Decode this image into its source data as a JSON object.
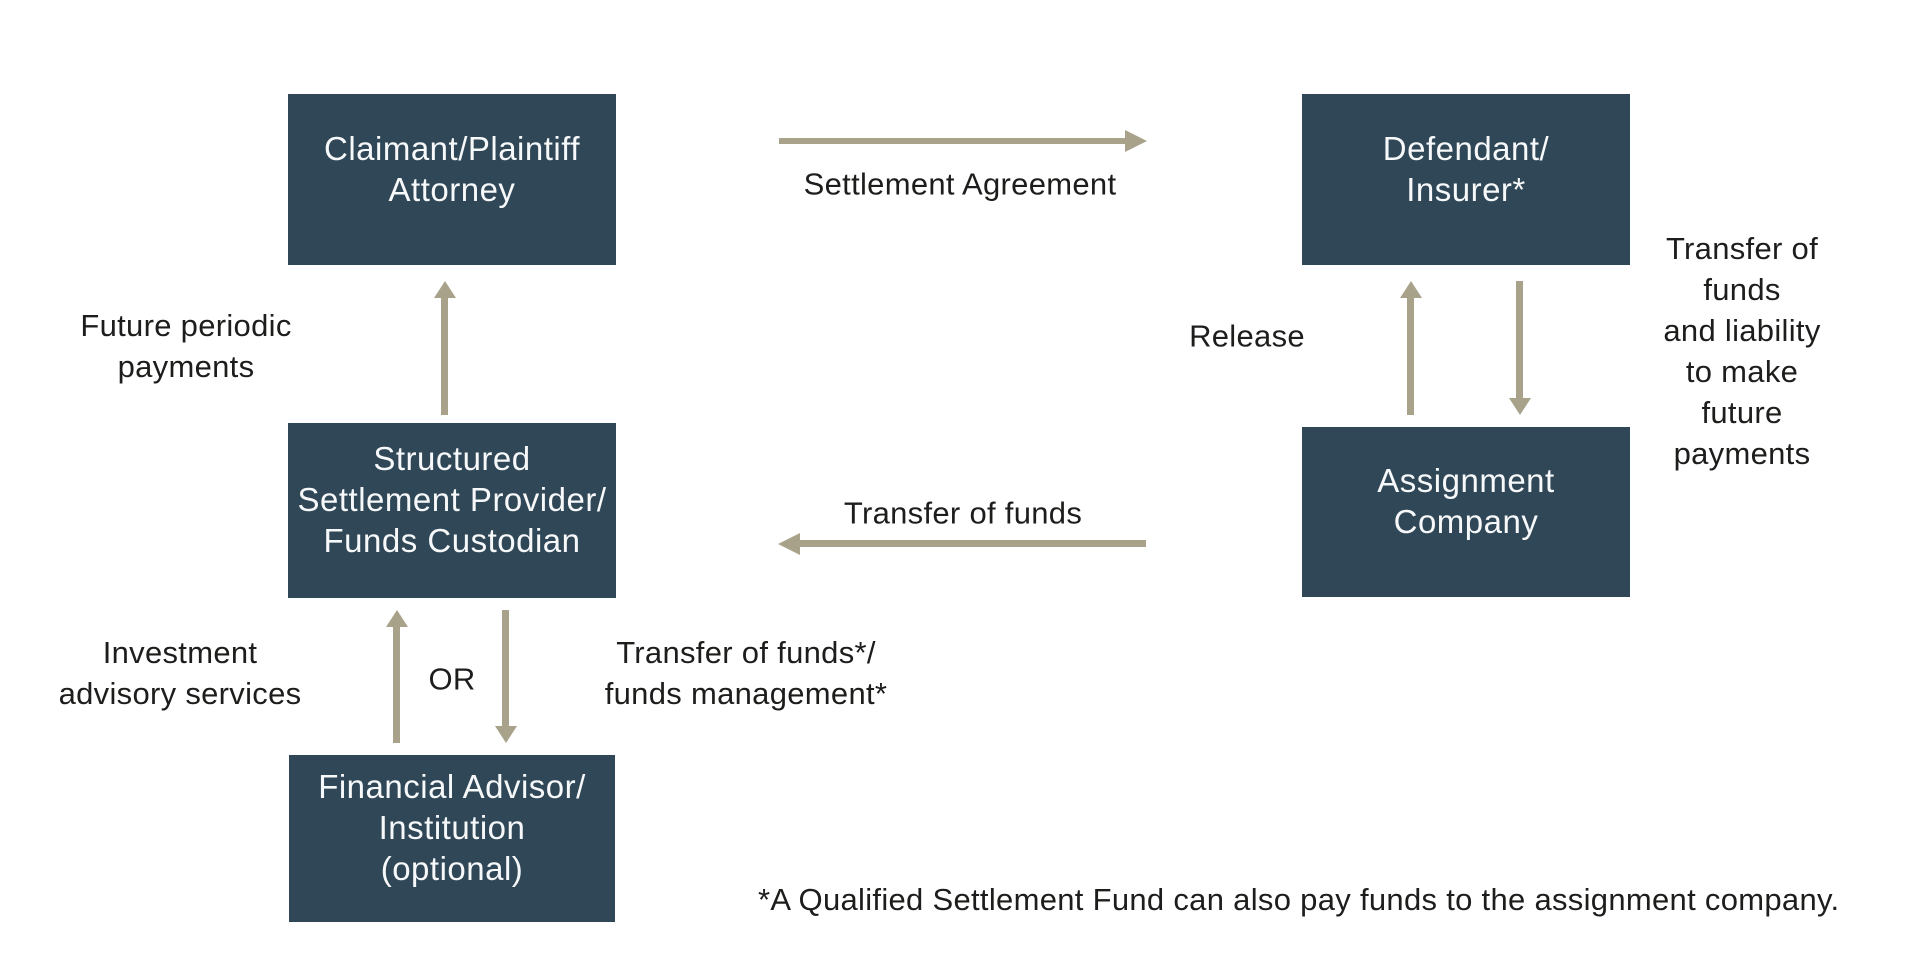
{
  "colors": {
    "box": "#2f4757",
    "arrow": "#a9a28b",
    "text": "#1d1d1b",
    "box_text": "#f6f8f9",
    "background": "#ffffff"
  },
  "boxes": {
    "claimant": {
      "label": "Claimant/Plaintiff\nAttorney"
    },
    "defendant": {
      "label": "Defendant/\nInsurer*"
    },
    "structured": {
      "label": "Structured\nSettlement Provider/\nFunds Custodian"
    },
    "assignment": {
      "label": "Assignment\nCompany"
    },
    "financial": {
      "label": "Financial Advisor/\nInstitution\n(optional)"
    }
  },
  "labels": {
    "settlement_agreement": "Settlement Agreement",
    "future_periodic_payments": "Future periodic\npayments",
    "release": "Release",
    "transfer_funds_liability": "Transfer of funds\nand liability\nto make future\npayments",
    "transfer_of_funds": "Transfer of funds",
    "investment_advisory": "Investment\nadvisory services",
    "or": "OR",
    "transfer_funds_management": "Transfer of funds*/\nfunds management*",
    "footnote": "*A Qualified Settlement Fund can also pay funds to the assignment company."
  },
  "arrows": [
    {
      "name": "settlement-agreement-arrow",
      "direction": "right",
      "from": "claimant",
      "to": "defendant"
    },
    {
      "name": "future-periodic-payments-arrow",
      "direction": "up",
      "from": "structured",
      "to": "claimant"
    },
    {
      "name": "release-arrow",
      "direction": "up",
      "from": "assignment",
      "to": "defendant"
    },
    {
      "name": "transfer-funds-liability-arrow",
      "direction": "down",
      "from": "defendant",
      "to": "assignment"
    },
    {
      "name": "transfer-of-funds-arrow",
      "direction": "left",
      "from": "assignment",
      "to": "structured"
    },
    {
      "name": "investment-advisory-arrow",
      "direction": "up",
      "from": "financial",
      "to": "structured"
    },
    {
      "name": "funds-management-arrow",
      "direction": "down",
      "from": "structured",
      "to": "financial"
    }
  ]
}
